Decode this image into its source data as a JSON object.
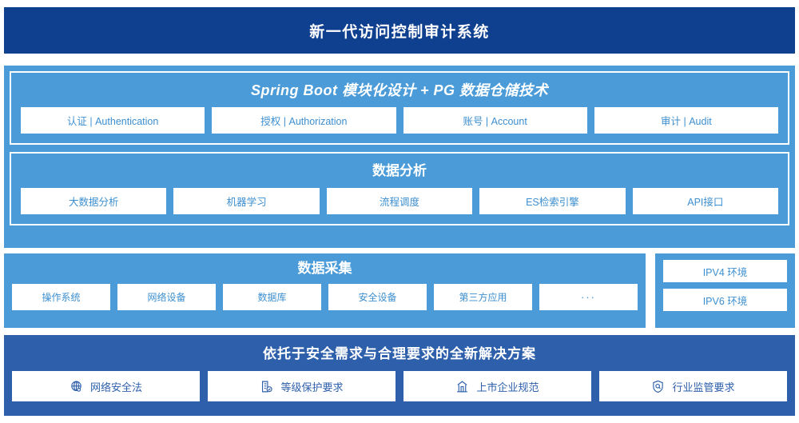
{
  "header": {
    "title": "新一代访问控制审计系统"
  },
  "platform_section": {
    "title": "Spring Boot 模块化设计 + PG 数据仓储技术",
    "cards": [
      {
        "label": "认证 | Authentication"
      },
      {
        "label": "授权 | Authorization"
      },
      {
        "label": "账号 | Account"
      },
      {
        "label": "审计 | Audit"
      }
    ]
  },
  "analysis_section": {
    "title": "数据分析",
    "cards": [
      {
        "label": "大数据分析"
      },
      {
        "label": "机器学习"
      },
      {
        "label": "流程调度"
      },
      {
        "label": "ES检索引擎"
      },
      {
        "label": "API接口"
      }
    ]
  },
  "collection_section": {
    "title": "数据采集",
    "cards": [
      {
        "label": "操作系统"
      },
      {
        "label": "网络设备"
      },
      {
        "label": "数据库"
      },
      {
        "label": "安全设备"
      },
      {
        "label": "第三方应用"
      },
      {
        "label": "···"
      }
    ]
  },
  "environment_panel": {
    "cards": [
      {
        "label": "IPV4 环境"
      },
      {
        "label": "IPV6 环境"
      }
    ]
  },
  "compliance_section": {
    "title": "依托于安全需求与合理要求的全新解决方案",
    "cards": [
      {
        "label": "网络安全法",
        "icon": "globe-network-icon"
      },
      {
        "label": "等级保护要求",
        "icon": "document-check-icon"
      },
      {
        "label": "上市企业规范",
        "icon": "bank-building-icon"
      },
      {
        "label": "行业监管要求",
        "icon": "shield-search-icon"
      }
    ]
  },
  "colors": {
    "header_navy": "#0f3f8f",
    "panel_blue": "#4a9bd8",
    "bottom_blue": "#2e5fab",
    "card_white": "#ffffff",
    "card_text_blue": "#3d8fd0",
    "compliance_text_blue": "#2e5fab"
  }
}
